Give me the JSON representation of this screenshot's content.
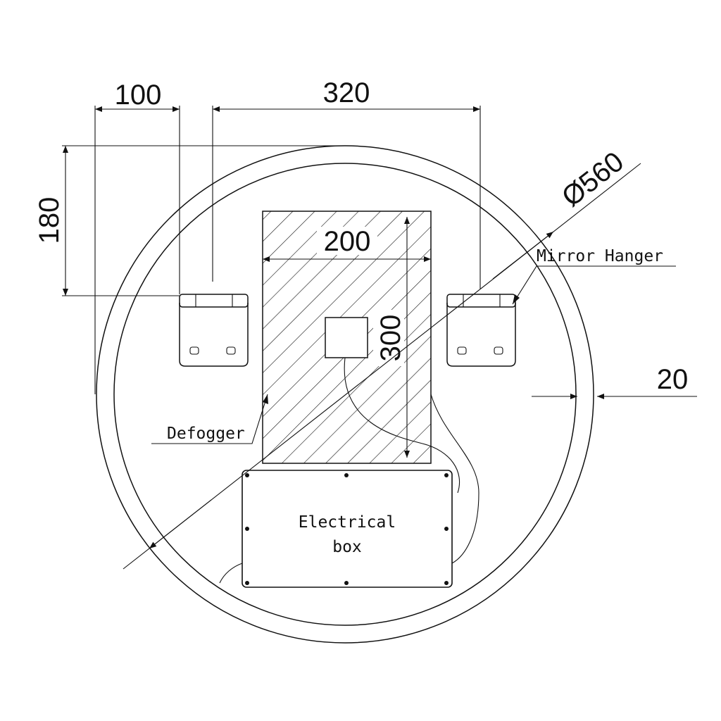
{
  "title": "Round mirror rear view technical drawing",
  "dimensions": {
    "hanger_offset": "100",
    "hanger_spacing": "320",
    "hanger_height": "180",
    "defogger_width": "200",
    "defogger_height": "300",
    "diameter": "Ø560",
    "border_width": "20"
  },
  "labels": {
    "mirror_hanger": "Mirror Hanger",
    "defogger": "Defogger",
    "electrical_box_line1": "Electrical",
    "electrical_box_line2": "box"
  },
  "colors": {
    "line": "#111111",
    "background": "#ffffff"
  }
}
